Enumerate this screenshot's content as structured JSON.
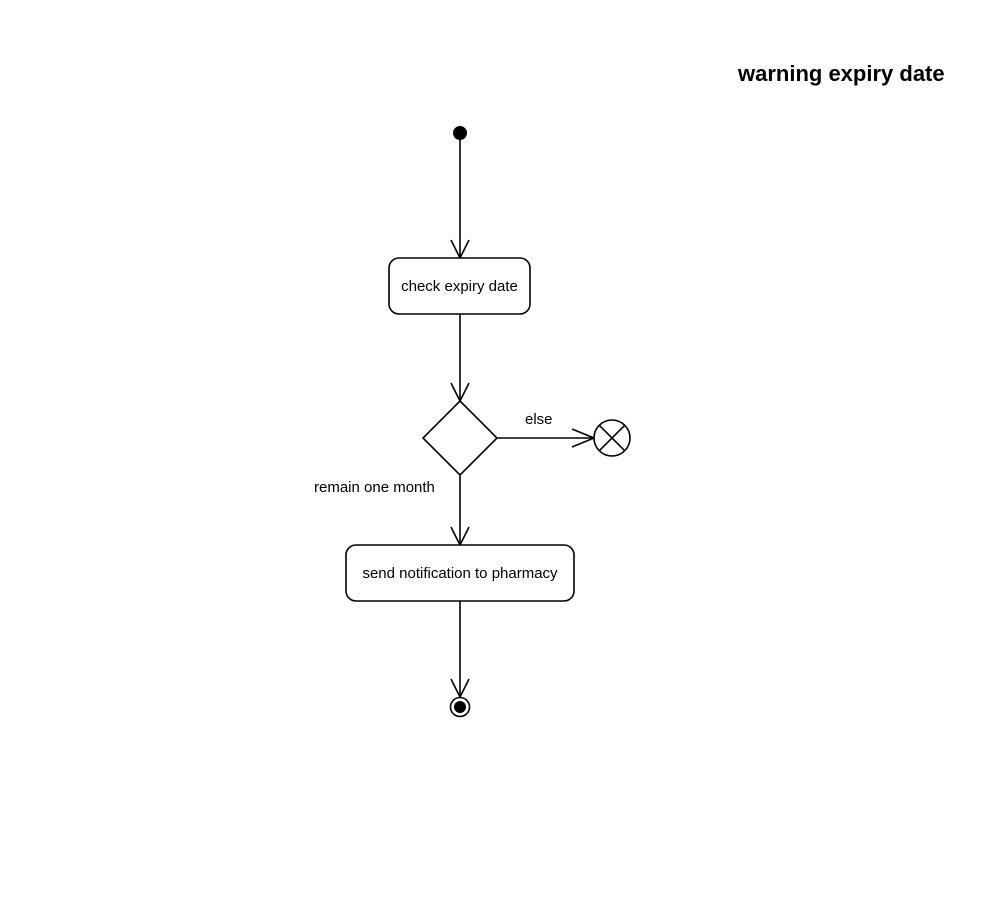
{
  "diagram": {
    "title": "warning expiry date",
    "actions": {
      "check": "check expiry date",
      "notify": "send notification to pharmacy"
    },
    "guards": {
      "else": "else",
      "remain": "remain one month"
    },
    "colors": {
      "line": "#000000",
      "fill": "#ffffff"
    }
  }
}
